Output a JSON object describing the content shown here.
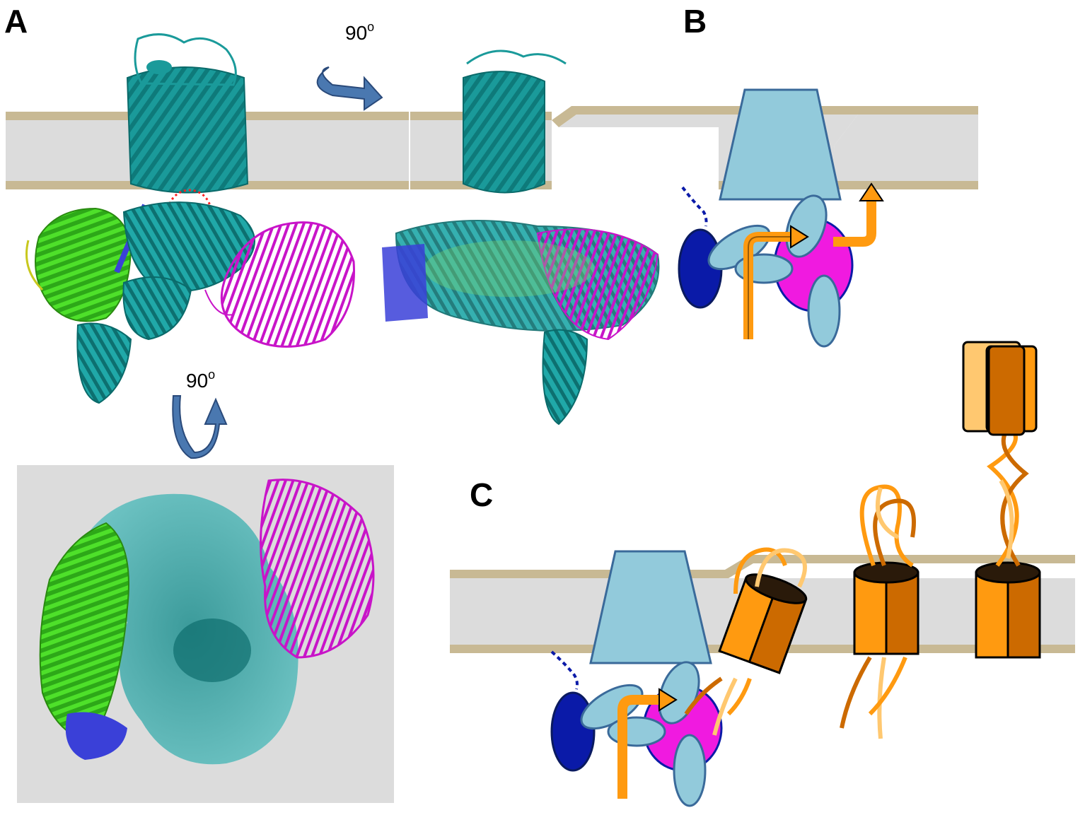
{
  "panels": {
    "a": {
      "letter": "A"
    },
    "b": {
      "letter": "B"
    },
    "c": {
      "letter": "C"
    }
  },
  "rotations": {
    "horizontal": {
      "value": "90",
      "unit": "o"
    },
    "vertical": {
      "value": "90",
      "unit": "o"
    }
  },
  "colors": {
    "membrane_band": "#c8b994",
    "membrane_fill": "#dcdcdc",
    "barrel_teal": "#1a9a9a",
    "barrel_dark": "#0e7a7a",
    "subunit_green": "#39c81e",
    "subunit_blue": "#3a40d8",
    "subunit_magenta": "#c814c8",
    "lightblue": "#92cadb",
    "outline_blue": "#3a6a9a",
    "navy": "#0a1aa8",
    "pink": "#f01ae0",
    "orange": "#ff9a10",
    "dark_orange": "#cc6a00",
    "light_orange": "#ffc870",
    "arrow_blue": "#4a78b0",
    "dotted_red": "#ff2020"
  },
  "icons": [
    "rotate-horizontal-arrow-icon",
    "rotate-vertical-arrow-icon"
  ]
}
